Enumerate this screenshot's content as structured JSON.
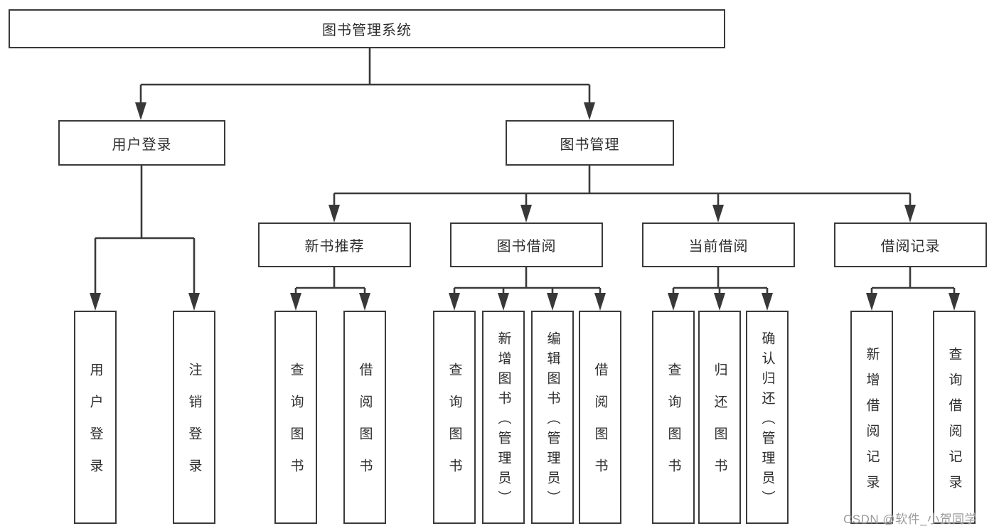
{
  "nodes": {
    "root": "图书管理系统",
    "l2": [
      "用户登录",
      "图书管理"
    ],
    "l3": [
      "新书推荐",
      "图书借阅",
      "当前借阅",
      "借阅记录"
    ],
    "leafGroups": [
      [
        "用户登录",
        "注销登录"
      ],
      [
        "查询图书",
        "借阅图书"
      ],
      [
        "查询图书",
        "新增图书（管理员）",
        "编辑图书（管理员）",
        "借阅图书"
      ],
      [
        "查询图书",
        "归还图书",
        "确认归还（管理员）"
      ],
      [
        "新增借阅记录",
        "查询借阅记录"
      ]
    ]
  },
  "watermark": "CSDN @软件_小贺同学",
  "colors": {
    "line": "#3a3a3a",
    "text": "#2d2d2d",
    "background": "#ffffff",
    "watermark": "#9b9b9b"
  }
}
